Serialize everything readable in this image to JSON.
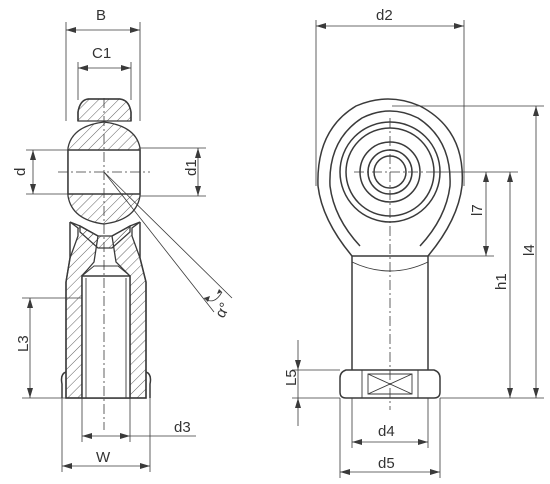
{
  "labels": {
    "B": "B",
    "C1": "C1",
    "d": "d",
    "d1": "d1",
    "alpha": "α°",
    "L3": "L3",
    "d3": "d3",
    "W": "W",
    "d2": "d2",
    "l7": "l7",
    "h1": "h1",
    "l4": "l4",
    "L5": "L5",
    "d4": "d4",
    "d5": "d5"
  }
}
